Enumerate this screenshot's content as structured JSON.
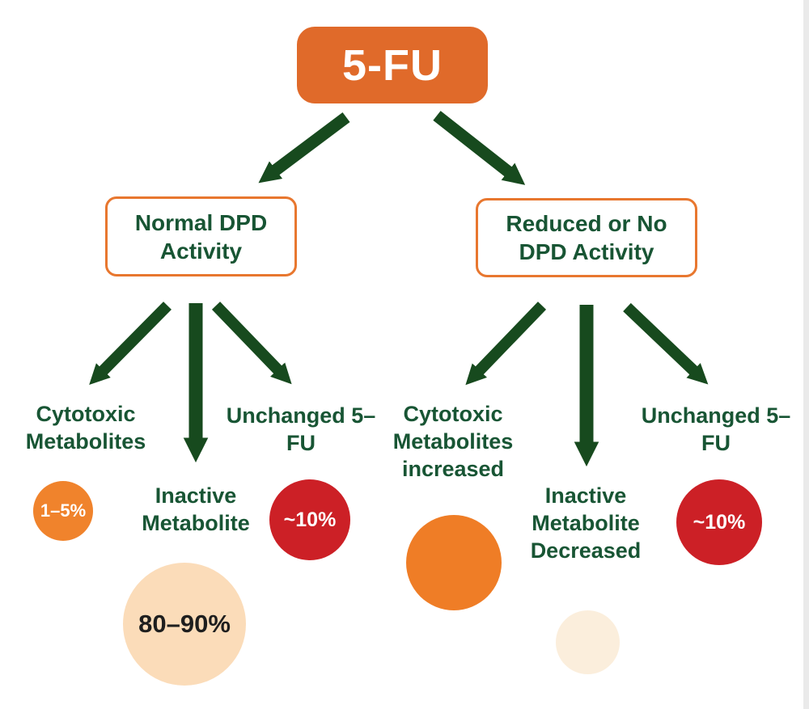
{
  "diagram_title": "5-FU metabolism by DPD activity flowchart",
  "root": {
    "label": "5-FU",
    "fill": "#E06A2A",
    "text_color": "#FFFFFF"
  },
  "branches": {
    "left": {
      "box_label": "Normal DPD Activity",
      "outcomes": [
        {
          "label": "Cytotoxic Metabolites",
          "badge": "1–5%",
          "badge_color": "#F0832C",
          "badge_text_color": "#FFFFFF"
        },
        {
          "label": "Inactive Metabolite",
          "badge": "80–90%",
          "badge_color": "#FBDCB9",
          "badge_text_color": "#1E1E1E"
        },
        {
          "label": "Unchanged 5–FU",
          "badge": "~10%",
          "badge_color": "#CC2026",
          "badge_text_color": "#FFFFFF"
        }
      ]
    },
    "right": {
      "box_label": "Reduced or No DPD Activity",
      "outcomes": [
        {
          "label": "Cytotoxic Metabolites increased",
          "badge": "",
          "badge_color": "#EF7D26"
        },
        {
          "label": "Inactive Metabolite Decreased",
          "badge": "",
          "badge_color": "#FBEEDC"
        },
        {
          "label": "Unchanged 5–FU",
          "badge": "~10%",
          "badge_color": "#CC2026",
          "badge_text_color": "#FFFFFF"
        }
      ]
    }
  },
  "colors": {
    "arrow_green": "#174A1E",
    "label_green": "#185534",
    "box_border_orange": "#E8772F",
    "root_orange": "#E06A2A",
    "background": "#FFFFFF",
    "edge_strip": "#EAEAEA"
  }
}
